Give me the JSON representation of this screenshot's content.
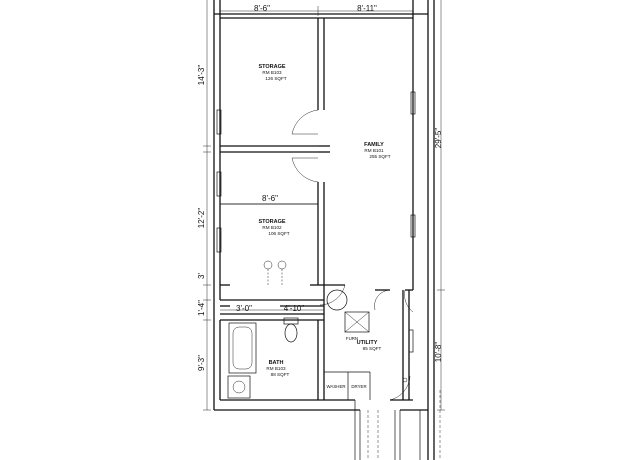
{
  "rooms": {
    "storage_upper": {
      "name": "STORAGE",
      "number": "RM B103",
      "area": "126 SQFT"
    },
    "family": {
      "name": "FAMILY",
      "number": "RM B101",
      "area": "255 SQFT"
    },
    "storage_lower": {
      "name": "STORAGE",
      "number": "RM B102",
      "area": "106 SQFT"
    },
    "utility": {
      "name": "UTILITY",
      "area": "85 SQFT"
    },
    "bath": {
      "name": "BATH",
      "number": "RM B103",
      "area": "88 SQFT"
    }
  },
  "dimensions": {
    "top_left": "8'-6\"",
    "top_right": "8'-11\"",
    "mid_storage": "8'-6\"",
    "bath_width": "3'-0\"",
    "closet_width": "4'-10\"",
    "left_upper": "14'-3\"",
    "left_mid": "12'-2\"",
    "left_small_a": "3'",
    "left_small_b": "1'-4\"",
    "left_lower": "9'-3\"",
    "right_total": "29'-5\"",
    "right_lower": "10'-8\""
  },
  "fixtures": {
    "washer": "WASHER",
    "dryer": "DRYER",
    "furnace": "FURN"
  }
}
